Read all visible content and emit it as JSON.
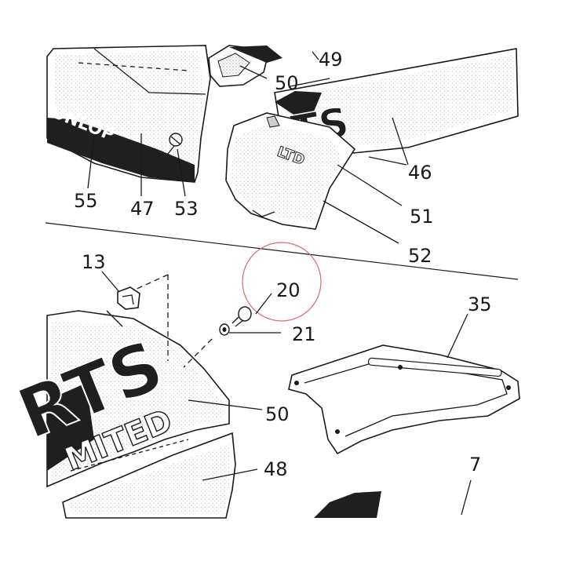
{
  "diagram": {
    "callouts": [
      {
        "id": "49",
        "label": "49"
      },
      {
        "id": "50a",
        "label": "50"
      },
      {
        "id": "46",
        "label": "46"
      },
      {
        "id": "51",
        "label": "51"
      },
      {
        "id": "52",
        "label": "52"
      },
      {
        "id": "55",
        "label": "55"
      },
      {
        "id": "47",
        "label": "47"
      },
      {
        "id": "53",
        "label": "53"
      },
      {
        "id": "13",
        "label": "13"
      },
      {
        "id": "20",
        "label": "20"
      },
      {
        "id": "21",
        "label": "21"
      },
      {
        "id": "35",
        "label": "35"
      },
      {
        "id": "50b",
        "label": "50"
      },
      {
        "id": "48",
        "label": "48"
      },
      {
        "id": "7",
        "label": "7"
      }
    ],
    "decals": {
      "dunlop": "UNLOP",
      "rts_upper": "TS",
      "rts_lower_big": "RTS",
      "limited": "MITED",
      "limited_small": "LTD"
    },
    "highlight_color": "#e06670",
    "ink_color": "#1a1a1a"
  }
}
